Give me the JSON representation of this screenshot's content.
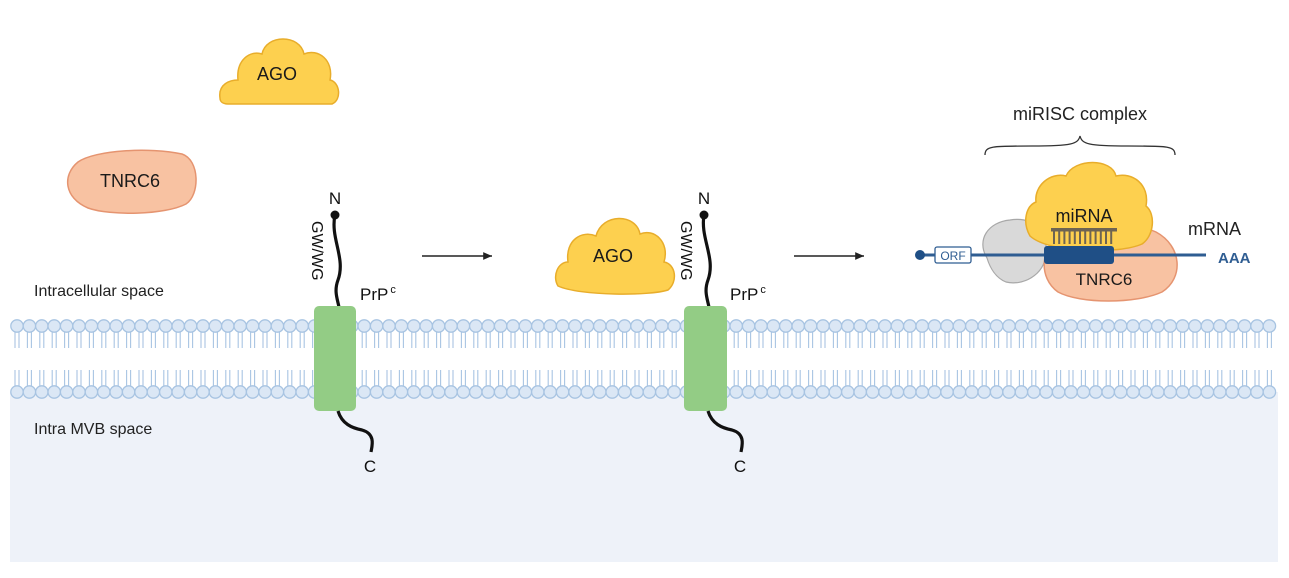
{
  "labels": {
    "ago_free": "AGO",
    "tnrc6_free": "TNRC6",
    "intracellular": "Intracellular space",
    "intra_mvb": "Intra MVB space",
    "n_terminus_1": "N",
    "c_terminus_1": "C",
    "gwwg_1": "GW/WG",
    "prp_1": "PrP",
    "prp_sup_1": "c",
    "ago_bound": "AGO",
    "n_terminus_2": "N",
    "c_terminus_2": "C",
    "gwwg_2": "GW/WG",
    "prp_2": "PrP",
    "prp_sup_2": "c",
    "mirisc_title": "miRISC complex",
    "mirna": "miRNA",
    "mrna": "mRNA",
    "orf": "ORF",
    "poly_a": "AAA",
    "tnrc6_complex": "TNRC6"
  },
  "colors": {
    "ago_fill": "#fdd04f",
    "ago_stroke": "#e8ad2b",
    "tnrc6_fill": "#f8c2a2",
    "tnrc6_stroke": "#e59470",
    "membrane_head": "#dbe7f5",
    "membrane_stroke": "#a8c4e2",
    "mvb_background": "#eef2f9",
    "prp_fill": "#93cc85",
    "mrna_line": "#2f5d92",
    "dark_blue": "#1f4f86",
    "ribosome_fill": "#d9d9d9"
  }
}
